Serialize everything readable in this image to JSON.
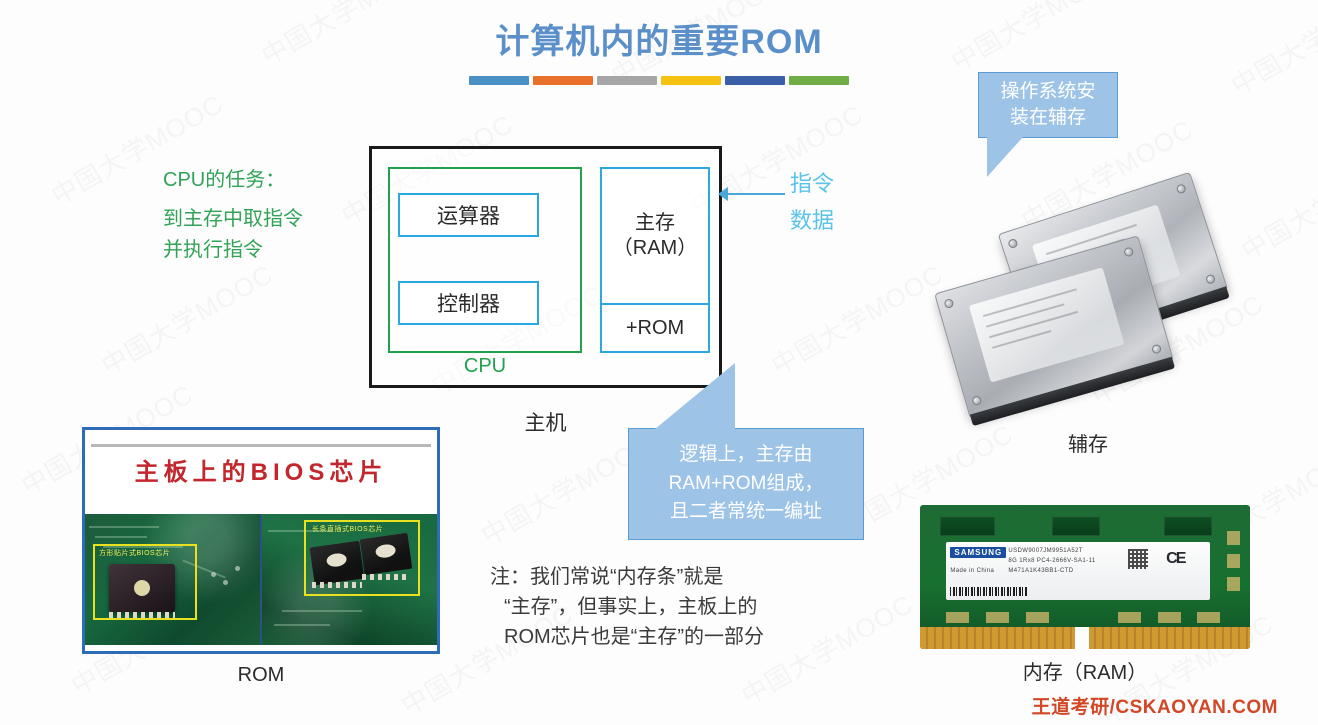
{
  "slide": {
    "title": "计算机内的重要ROM",
    "title_bar_colors": [
      "#4a90c4",
      "#e8702a",
      "#a6a6a6",
      "#f5c211",
      "#3a5fa8",
      "#70ad47"
    ],
    "watermark_text": "中国大学MOOC",
    "footer": "王道考研/CSKAOYAN.COM"
  },
  "cpu_task": {
    "heading": "CPU的任务：",
    "line1": "到主存中取指令",
    "line2": "并执行指令"
  },
  "diagram": {
    "host_label": "主机",
    "cpu_label": "CPU",
    "alu_label": "运算器",
    "cu_label": "控制器",
    "memory_main_line1": "主存",
    "memory_main_line2": "（RAM）",
    "memory_rom_label": "+ROM",
    "right_label_1": "指令",
    "right_label_2": "数据"
  },
  "callouts": {
    "os_line1": "操作系统安",
    "os_line2": "装在辅存",
    "logic_line1": "逻辑上，主存由",
    "logic_line2": "RAM+ROM组成，",
    "logic_line3": "且二者常统一编址"
  },
  "note": {
    "line1": "注：我们常说“内存条”就是",
    "line2": "“主存”，但事实上，主板上的",
    "line3": "ROM芯片也是“主存”的一部分"
  },
  "images": {
    "bios": {
      "inner_title": "主板上的BIOS芯片",
      "chip_tag_left": "方形贴片式BIOS芯片",
      "chip_tag_right": "长条直插式BIOS芯片",
      "caption": "ROM"
    },
    "hdd": {
      "caption": "辅存"
    },
    "ram": {
      "brand": "SAMSUNG",
      "part_line1": "USDW9007JM9951A52T",
      "part_line2": "8G 1Rx8 PC4-2666V-SA1-11",
      "part_line3": "M471A1K43BB1-CTD",
      "made_in": "Made in China",
      "ce_mark": "CE",
      "caption": "内存（RAM）"
    }
  }
}
